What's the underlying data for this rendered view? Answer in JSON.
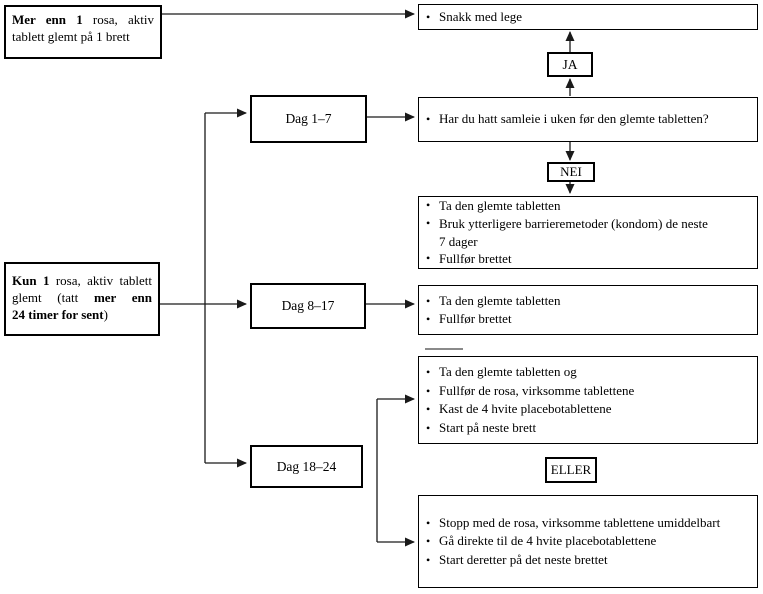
{
  "glyphs": {
    "bullet": "•"
  },
  "colors": {
    "line": "#1a1a1a",
    "border": "#000000",
    "dash": "#8a8a8a",
    "background": "#ffffff"
  },
  "flowchart": {
    "condition_more_than_one": {
      "l1_bold": "Mer enn 1",
      "l1_rest": " rosa, aktiv",
      "l2": "tablett glemt på 1 brett"
    },
    "condition_only_one": {
      "l1_bold": "Kun 1",
      "l1_rest": " rosa, aktiv tablett",
      "l2_rest": "glemt (tatt ",
      "l2_bold": "mer enn",
      "l3_bold": "24 timer for sent",
      "l3_rest": ")"
    },
    "talk_to_doctor": {
      "items": [
        "Snakk med lege"
      ]
    },
    "yes_label": "JA",
    "no_label": "NEI",
    "or_label": "ELLER",
    "day_1_7_label": "Dag 1–7",
    "day_8_17_label": "Dag 8–17",
    "day_18_24_label": "Dag 18–24",
    "question": {
      "items": [
        "Har du hatt samleie i uken før den glemte tabletten?"
      ]
    },
    "after_no": {
      "items": [
        "Ta den glemte tabletten",
        "Bruk ytterligere barrieremetoder (kondom) de neste\n7 dager",
        "Fullfør brettet"
      ]
    },
    "day_8_17_action": {
      "items": [
        "Ta den glemte tabletten",
        "Fullfør brettet"
      ]
    },
    "day_18_24_option1": {
      "items": [
        "Ta den glemte tabletten og",
        "Fullfør de rosa, virksomme tablettene",
        "Kast de 4 hvite placebotablettene",
        "Start på neste brett"
      ]
    },
    "day_18_24_option2": {
      "items": [
        "Stopp med de rosa, virksomme tablettene umiddelbart",
        "Gå direkte til de 4 hvite placebotablettene",
        "Start deretter på det neste brettet"
      ]
    }
  }
}
